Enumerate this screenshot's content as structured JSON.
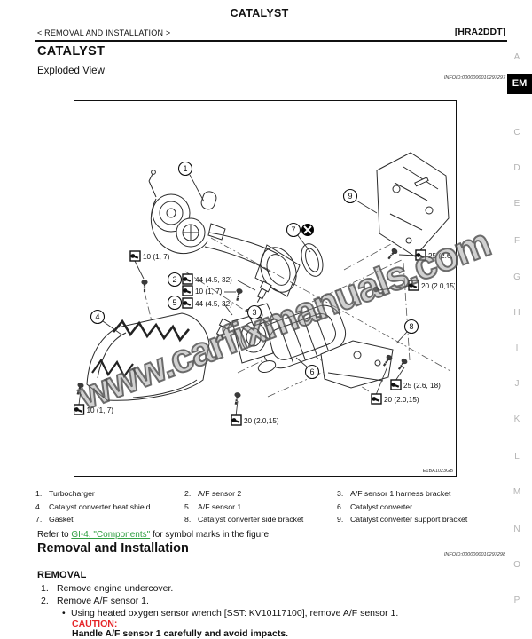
{
  "header": {
    "title": "CATALYST",
    "breadcrumb": "< REMOVAL AND INSTALLATION >",
    "model_code": "[HRA2DDT]"
  },
  "section": {
    "title": "CATALYST",
    "subsection_title": "Exploded View",
    "infoid": "INFOID:0000000010297297"
  },
  "side_tabs": [
    {
      "label": "A",
      "active": false
    },
    {
      "label": "EM",
      "active": true
    },
    {
      "label": "C",
      "active": false
    },
    {
      "label": "D",
      "active": false
    },
    {
      "label": "E",
      "active": false
    },
    {
      "label": "F",
      "active": false
    },
    {
      "label": "G",
      "active": false
    },
    {
      "label": "H",
      "active": false
    },
    {
      "label": "I",
      "active": false
    },
    {
      "label": "J",
      "active": false
    },
    {
      "label": "K",
      "active": false
    },
    {
      "label": "L",
      "active": false
    },
    {
      "label": "M",
      "active": false
    },
    {
      "label": "N",
      "active": false
    },
    {
      "label": "O",
      "active": false
    },
    {
      "label": "P",
      "active": false
    }
  ],
  "diagram": {
    "figure_code": "E1BA1023GB",
    "watermark": "www.carfixmanuals.com",
    "callouts": {
      "c1": "1",
      "c2": "2",
      "c3": "3",
      "c4": "4",
      "c5": "5",
      "c6": "6",
      "c7": "7",
      "c8": "8",
      "c9": "9"
    },
    "torques": {
      "t1": "10 (1, 7)",
      "t2": "44 (4.5, 32)",
      "t3": "10 (1, 7)",
      "t4": "44 (4.5, 32)",
      "t5": "25 (2.6, 18)",
      "t6": "20 (2.0,15)",
      "t7": "25 (2.6, 18)",
      "t8": "20 (2.0,15)",
      "t9": "10 (1, 7)",
      "t10": "20 (2.0,15)"
    }
  },
  "parts": [
    {
      "num": "1.",
      "name": "Turbocharger"
    },
    {
      "num": "2.",
      "name": "A/F sensor 2"
    },
    {
      "num": "3.",
      "name": "A/F sensor 1 harness bracket"
    },
    {
      "num": "4.",
      "name": "Catalyst converter heat shield"
    },
    {
      "num": "5.",
      "name": "A/F sensor 1"
    },
    {
      "num": "6.",
      "name": "Catalyst converter"
    },
    {
      "num": "7.",
      "name": "Gasket"
    },
    {
      "num": "8.",
      "name": "Catalyst converter side bracket"
    },
    {
      "num": "9.",
      "name": "Catalyst converter support bracket"
    }
  ],
  "refer_note": {
    "prefix": "Refer to ",
    "link": "GI-4, \"Components\"",
    "suffix": " for symbol marks in the figure."
  },
  "removal_installation": {
    "title": "Removal and Installation",
    "infoid": "INFOID:0000000010297298"
  },
  "removal": {
    "heading": "REMOVAL",
    "steps": [
      {
        "num": "1.",
        "text": "Remove engine undercover."
      },
      {
        "num": "2.",
        "text": "Remove A/F sensor 1."
      }
    ],
    "substep_bullet": "•",
    "substep_text": "Using heated oxygen sensor wrench [SST: KV10117100], remove A/F sensor 1.",
    "caution_label": "CAUTION:",
    "caution_text": "Handle A/F sensor 1 carefully and avoid impacts."
  }
}
